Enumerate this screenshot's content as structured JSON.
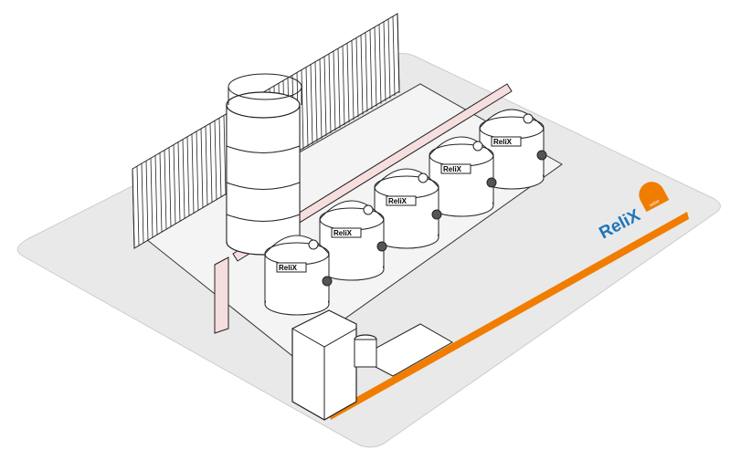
{
  "logo": {
    "brand": "ReliX",
    "sub": "water"
  },
  "tank_labels": [
    "ReliX",
    "ReliX",
    "ReliX",
    "ReliX",
    "ReliX"
  ],
  "colors": {
    "platform": "#e9e9e9",
    "stripe": "#f07d00",
    "brand_blue": "#1f74b8",
    "brand_orange": "#f07d00",
    "pipe": "#f6dede"
  }
}
